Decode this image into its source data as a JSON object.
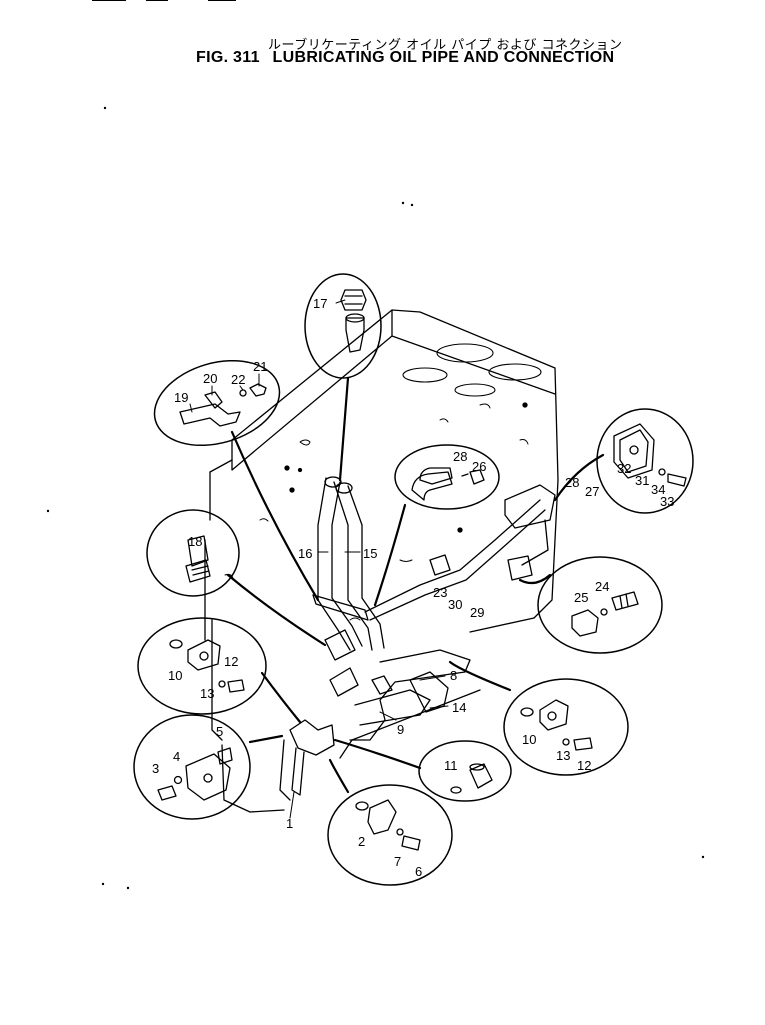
{
  "header": {
    "title_jp": "ルーブリケーティング オイル パイプ および コネクション",
    "fig_number": "FIG. 311",
    "title_en": "LUBRICATING OIL PIPE AND CONNECTION"
  },
  "callouts": [
    "1",
    "2",
    "3",
    "4",
    "5",
    "6",
    "7",
    "8",
    "9",
    "10",
    "11",
    "12",
    "13",
    "14",
    "15",
    "16",
    "17",
    "18",
    "19",
    "20",
    "21",
    "22",
    "23",
    "24",
    "25",
    "26",
    "27",
    "28",
    "29",
    "30",
    "31",
    "32",
    "33",
    "34"
  ]
}
